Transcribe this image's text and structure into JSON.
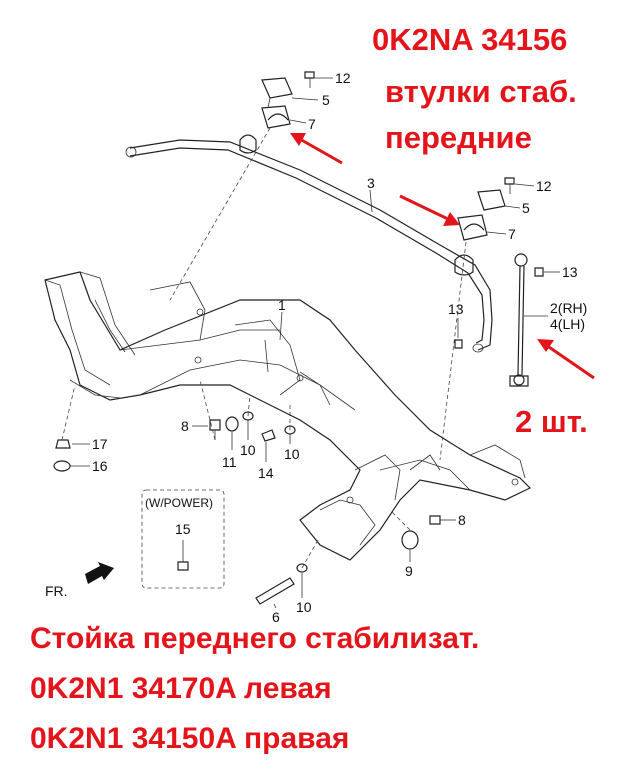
{
  "header": {
    "part_number": "0K2NA 34156",
    "desc_line1": "втулки стаб.",
    "desc_line2": "передние"
  },
  "quantity_note": "2 шт.",
  "footer": {
    "line1": "Стойка переднего стабилизат.",
    "line2": "0K2N1 34170A  левая",
    "line3": "0K2N1 34150A  правая"
  },
  "diagram": {
    "callouts": {
      "c12a": "12",
      "c5a": "5",
      "c7a": "7",
      "c3": "3",
      "c12b": "12",
      "c5b": "5",
      "c7b": "7",
      "c13a": "13",
      "c2": "2(RH)",
      "c4": "4(LH)",
      "c13b": "13",
      "c1": "1",
      "c17": "17",
      "c16": "16",
      "c8a": "8",
      "c11": "11",
      "c10a": "10",
      "c14": "14",
      "c10b": "10",
      "c8b": "8",
      "c9": "9",
      "c15": "15",
      "c6": "6",
      "c10c": "10"
    },
    "option_box_label": "(W/POWER)",
    "front_label": "FR."
  },
  "colors": {
    "accent_red": "#e4141b",
    "line": "#222222"
  }
}
